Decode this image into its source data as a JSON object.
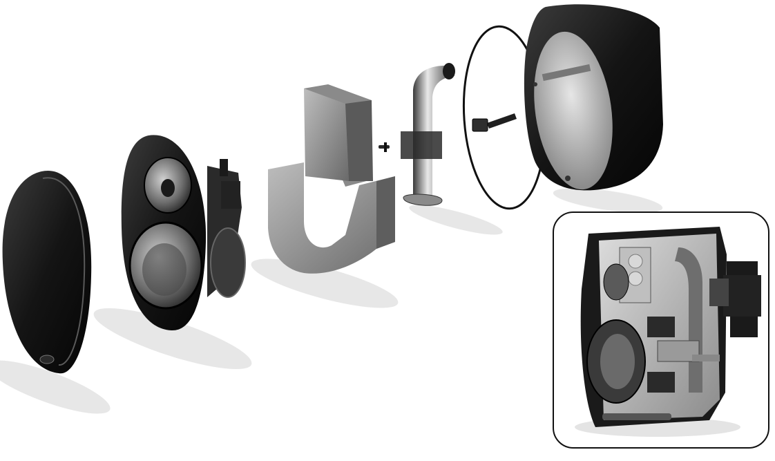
{
  "diagram": {
    "kind": "exploded-view",
    "colors": {
      "background": "#ffffff",
      "part_dark": "#141414",
      "part_mid": "#5a5a5a",
      "part_light": "#b8b8b8",
      "shadow": "#dcdcdc",
      "frame": "#111111"
    },
    "parts": [
      {
        "id": "grille",
        "icon": "speaker-grille-icon"
      },
      {
        "id": "driver-baffle",
        "icon": "speaker-driver-icon"
      },
      {
        "id": "foam-insert",
        "icon": "foam-block-icon"
      },
      {
        "id": "port-tube",
        "icon": "port-tube-icon"
      },
      {
        "id": "gasket-ring",
        "icon": "gasket-ring-icon"
      },
      {
        "id": "mounting-bolt",
        "icon": "bolt-icon"
      },
      {
        "id": "enclosure",
        "icon": "enclosure-icon"
      }
    ],
    "inset": {
      "icon": "cutaway-section-icon"
    }
  }
}
